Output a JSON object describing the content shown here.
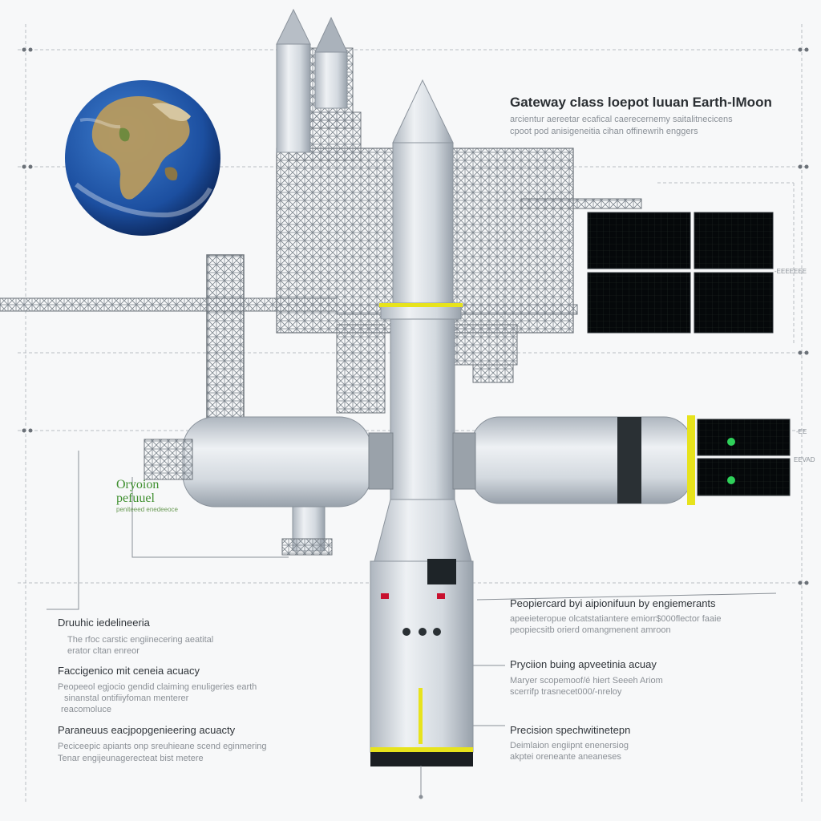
{
  "title": "Gateway class loepot luuan Earth-lMoon",
  "subtitle_lines": [
    "arcientur aereetar ecafical caerecernemy saitalitnecicens",
    "cpoot pod anisigeneitia cihan offinewrih enggers"
  ],
  "left_module_label": [
    "Oryoion",
    "pefuuel"
  ],
  "left_module_caption": "peniteeed enedeeoce",
  "right_panel_ticks": [
    "-EEEEEEE",
    "-EE",
    "EEVAD"
  ],
  "left_blocks": [
    {
      "heading": "Druuhic iedelineeria",
      "lines": [
        "The rfoc carstic engiinecering aeatital",
        "erator cltan enreor"
      ]
    },
    {
      "heading": "Faccigenico mit ceneia acuacy",
      "lines": [
        "Peopeeol egjocio gendid claiming enuligeries earth",
        "sinanstal ontifiiyfoman menterer",
        "reacomoluce"
      ]
    },
    {
      "heading": "Paraneuus eacjpopgenieering acuacty",
      "lines": [
        "Peciceepic apiants onp sreuhieane scend eginmering",
        "Tenar engijeunagerecteat bist metere"
      ]
    }
  ],
  "right_blocks": [
    {
      "heading": "Peopiercard byi aipionifuun by engiemerants",
      "lines": [
        "apeeieteropue olcatstatiantere emiorr$000flector faaie",
        "peopiecsitb orierd omangmenent amroon"
      ]
    },
    {
      "heading": "Pryciion buing apveetinia acuay",
      "lines": [
        "Maryer scopemoof/é hiert Seeeh Ariom",
        "scerrifp trasnecet000/-nreloy"
      ]
    },
    {
      "heading": "Precision spechwitinetepn",
      "lines": [
        "Deimlaion engiipnt enenersiog",
        "akptei oreneante aneaneses"
      ]
    }
  ],
  "colors": {
    "background": "#f7f8f9",
    "hull": "#d9dee4",
    "truss": "#7d858d",
    "solar_panel": "#05080a",
    "accent_yellow": "#e7e31c",
    "accent_green": "#3f8f2f",
    "earth_ocean": "#1c4fa0"
  },
  "icons": [
    "earth-globe-icon",
    "launch-tower-icon",
    "solar-panel-icon"
  ]
}
